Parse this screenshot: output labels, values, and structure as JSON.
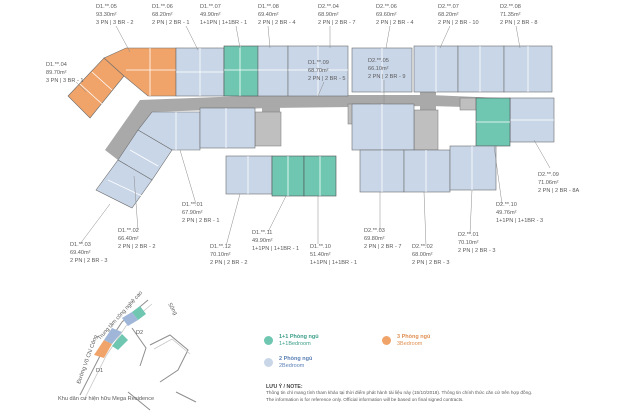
{
  "units": {
    "d1_05": {
      "code": "D1.**.05",
      "area": "93.30m²",
      "type": "3 PN | 3 BR - 2"
    },
    "d1_04": {
      "code": "D1.**.04",
      "area": "89.70m²",
      "type": "3 PN | 3 BR - 1"
    },
    "d1_06": {
      "code": "D1.**.06",
      "area": "68.20m²",
      "type": "2 PN | 2 BR - 1"
    },
    "d1_07": {
      "code": "D1.**.07",
      "area": "49.90m²",
      "type": "1+1PN | 1+1BR - 1"
    },
    "d1_08": {
      "code": "D1.**.08",
      "area": "69.40m²",
      "type": "2 PN | 2 BR - 4"
    },
    "d2_04": {
      "code": "D2.**.04",
      "area": "68.90m²",
      "type": "2 PN | 2 BR - 7"
    },
    "d2_06": {
      "code": "D2.**.06",
      "area": "69.60m²",
      "type": "2 PN | 2 BR - 4"
    },
    "d2_07": {
      "code": "D2.**.07",
      "area": "68.20m²",
      "type": "2 PN | 2 BR - 10"
    },
    "d2_08": {
      "code": "D2.**.08",
      "area": "71.35m²",
      "type": "2 PN | 2 BR - 8"
    },
    "d1_09": {
      "code": "D1.**.09",
      "area": "68.70m²",
      "type": "2 PN | 2 BR - 5"
    },
    "d2_05": {
      "code": "D2.**.05",
      "area": "66.10m²",
      "type": "2 PN | 2 BR - 9"
    },
    "d1_01": {
      "code": "D1.**.01",
      "area": "67.90m²",
      "type": "2 PN | 2 BR - 1"
    },
    "d1_02": {
      "code": "D1.**.02",
      "area": "66.40m²",
      "type": "2 PN | 2 BR - 2"
    },
    "d1_03": {
      "code": "D1.**.03",
      "area": "69.40m²",
      "type": "2 PN | 2 BR - 3"
    },
    "d1_12": {
      "code": "D1.**.12",
      "area": "70.10m²",
      "type": "2 PN | 2 BR - 2"
    },
    "d1_11": {
      "code": "D1.**.11",
      "area": "49.90m²",
      "type": "1+1PN | 1+1BR - 1"
    },
    "d1_10": {
      "code": "D1.**.10",
      "area": "51.40m²",
      "type": "1+1PN | 1+1BR - 1"
    },
    "d2_03": {
      "code": "D2.**.03",
      "area": "69.80m²",
      "type": "2 PN | 2 BR - 7"
    },
    "d2_02": {
      "code": "D2.**.02",
      "area": "68.00m²",
      "type": "2 PN | 2 BR - 3"
    },
    "d2_01": {
      "code": "D2.**.01",
      "area": "70.10m²",
      "type": "2 PN | 2 BR - 3"
    },
    "d2_09": {
      "code": "D2.**.09",
      "area": "71.06m²",
      "type": "2 PN | 2 BR - 8A"
    },
    "d2_10": {
      "code": "D2.**.10",
      "area": "49.76m²",
      "type": "1+1PN | 1+1BR - 3"
    }
  },
  "minimap": {
    "block_d1": "D1",
    "block_d2": "D2",
    "road_1": "Trung tâm công nghệ cao",
    "road_2": "Đường Võ Chí Công",
    "road_3": "Khu dân cư hiện hữu\nMega Residence",
    "road_4": "Sông"
  },
  "legend": {
    "one_plus_one": {
      "vi": "1+1 Phòng ngủ",
      "en": "1+1Bedroom",
      "color": "#6fc7b2"
    },
    "two": {
      "vi": "2 Phòng ngủ",
      "en": "2Bedroom",
      "color": "#c9d6e8"
    },
    "three": {
      "vi": "3 Phòng ngủ",
      "en": "3Bedroom",
      "color": "#f0a46a"
    }
  },
  "note": {
    "title": "LƯU Ý / NOTE:",
    "line1": "Thông tin chỉ mang tính tham khảo tại thời điểm phát hành tài liệu này (15/10/2018). Thông tin chính thức căn cứ trên hợp đồng.",
    "line2": "The information is for reference only. Official information will be based on final signed contracts."
  }
}
